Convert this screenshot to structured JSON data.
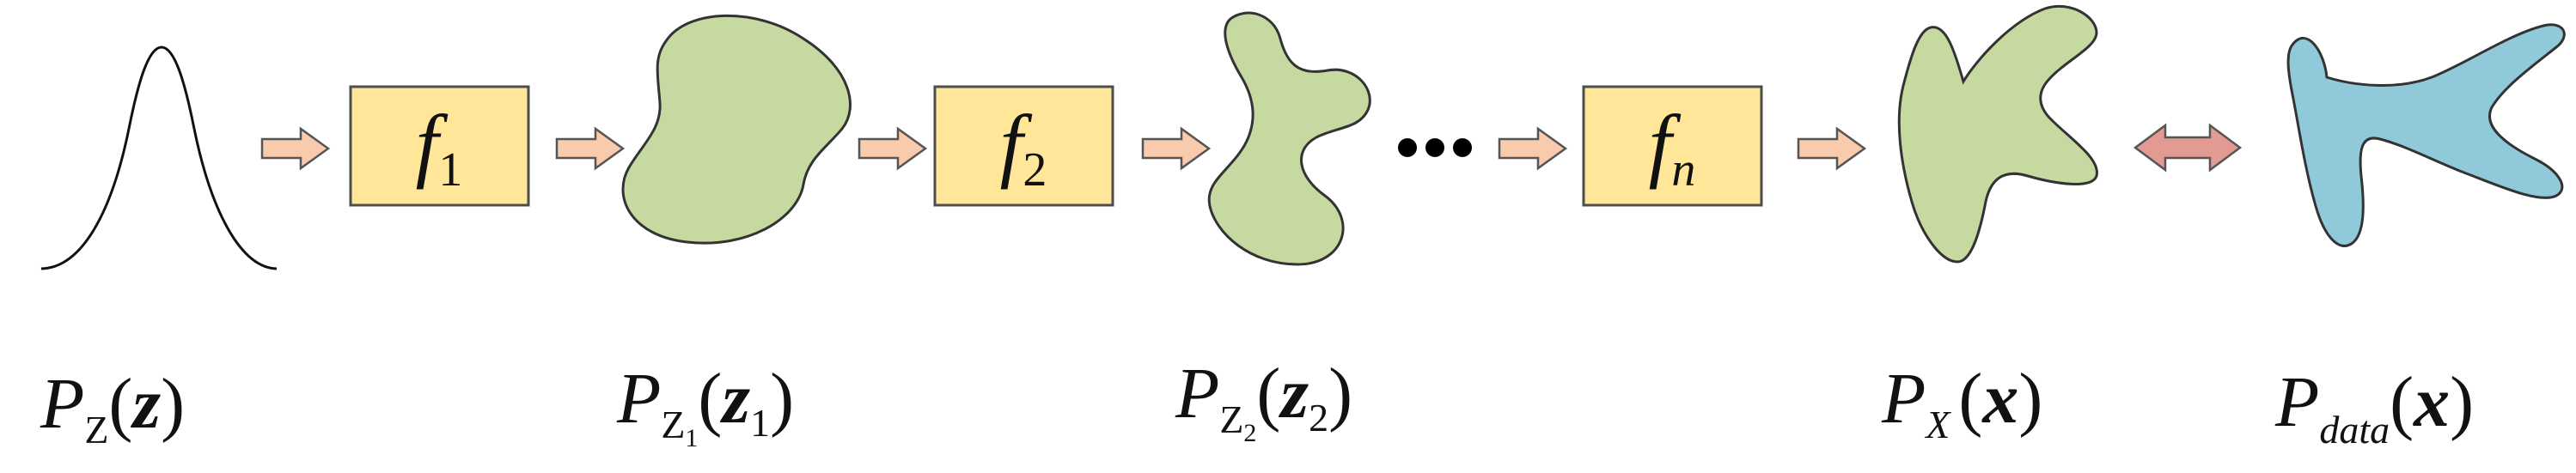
{
  "functions": [
    {
      "symbol": "f",
      "index": "1"
    },
    {
      "symbol": "f",
      "index": "2"
    },
    {
      "symbol": "f",
      "index": "n"
    }
  ],
  "ellipsis": "•••",
  "distributions": [
    {
      "P": "P",
      "sub": "Z",
      "subsub": "",
      "open": "(",
      "var": "z",
      "var_sub": "",
      "close": ")"
    },
    {
      "P": "P",
      "sub": "Z",
      "subsub": "1",
      "open": "(",
      "var": "z",
      "var_sub": "1",
      "close": ")"
    },
    {
      "P": "P",
      "sub": "Z",
      "subsub": "2",
      "open": "(",
      "var": "z",
      "var_sub": "2",
      "close": ")"
    },
    {
      "P": "P",
      "sub": "X",
      "subsub": "",
      "open": "(",
      "var": "x",
      "var_sub": "",
      "close": ")"
    },
    {
      "P": "P",
      "sub": "data",
      "subsub": "",
      "open": "(",
      "var": "x",
      "var_sub": "",
      "close": ")"
    }
  ],
  "colors": {
    "function_box_fill": "#ffe699",
    "flow_arrow_fill": "#f9cbad",
    "compare_arrow_fill": "#e39a93",
    "green_shape_fill": "#c5d9a1",
    "blue_shape_fill": "#8fc9da"
  }
}
